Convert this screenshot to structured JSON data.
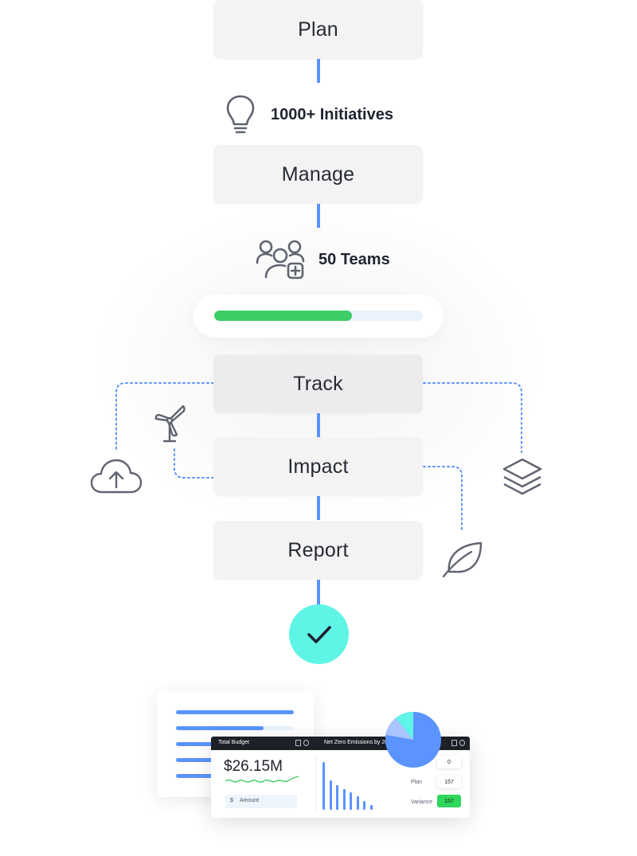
{
  "steps": {
    "plan": "Plan",
    "manage": "Manage",
    "track": "Track",
    "impact": "Impact",
    "report": "Report"
  },
  "metrics": {
    "initiatives": "1000+ Initiatives",
    "teams": "50 Teams"
  },
  "progress": {
    "value_pct": 66
  },
  "icons": {
    "initiatives": "lightbulb-icon",
    "teams": "users-add-icon",
    "left_top": "wind-turbine-icon",
    "left_bottom": "cloud-upload-icon",
    "right_top": "layers-icon",
    "right_bottom": "leaf-icon",
    "done": "check-icon"
  },
  "colors": {
    "connector": "#5b93ff",
    "progress": "#3dcc66",
    "check_bg": "#5ff5e6",
    "step_bg": "#f3f3f4"
  },
  "dashboard": {
    "budget_title": "Total Budget",
    "emissions_title": "Net Zero Emissions by 202",
    "budget_value": "$26.15M",
    "amount_currency": "$",
    "amount_label": "Amount",
    "stats": [
      {
        "label": "",
        "value": "0"
      },
      {
        "label": "Plan",
        "value": "157"
      },
      {
        "label": "Variance",
        "value": "157"
      }
    ],
    "bars_fraction": [
      1.0,
      0.62,
      0.52,
      0.43,
      0.36,
      0.28,
      0.18,
      0.1
    ],
    "list_fractions": [
      1.0,
      0.74,
      0.55,
      0.45,
      0.35
    ]
  }
}
